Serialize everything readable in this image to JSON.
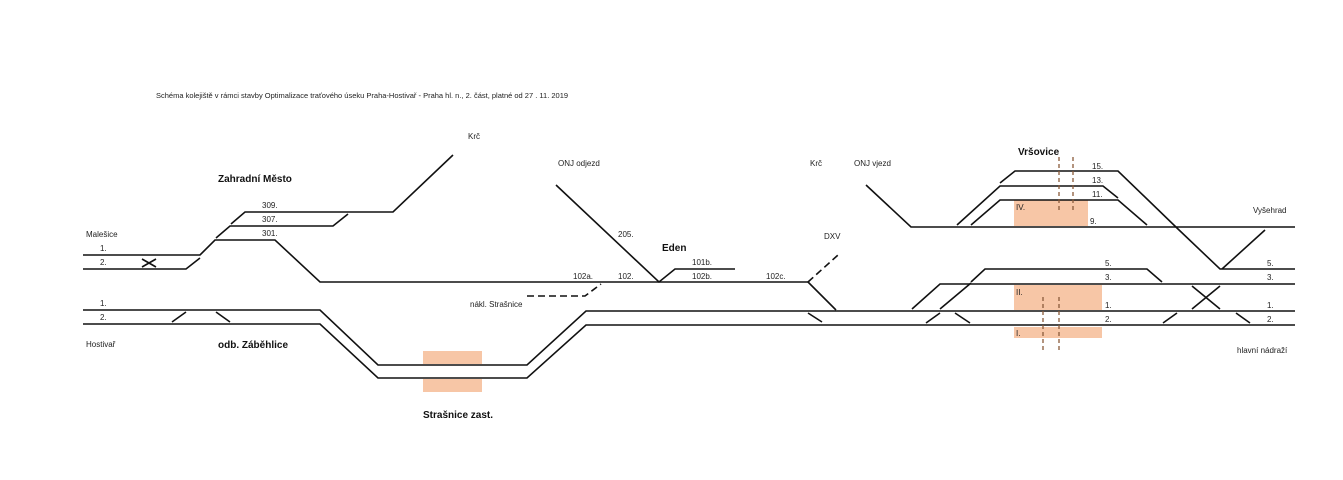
{
  "title": "Schéma kolejiště v rámci stavby Optimalizace traťového úseku Praha-Hostivař - Praha hl. n., 2. část, platné od 27 . 11. 2019",
  "colors": {
    "platform": "#f7c6a6",
    "track": "#111111",
    "signal_dash": "#8a5a3a"
  },
  "stations": {
    "zahradni_mesto": "Zahradní Město",
    "odb_zabehlice": "odb. Záběhlice",
    "strasnice_zast": "Strašnice zast.",
    "eden": "Eden",
    "vrsovice": "Vršovice"
  },
  "directions": {
    "malesice": "Malešice",
    "hostivar": "Hostivař",
    "krc_1": "Krč",
    "krc_2": "Krč",
    "onj_odjezd": "ONJ odjezd",
    "onj_vjezd": "ONJ vjezd",
    "nakl_strasnice": "nákl. Strašnice",
    "dxv": "DXV",
    "vysehrad": "Vyšehrad",
    "hlavni_nadrazi": "hlavní nádraží"
  },
  "tracks": {
    "malesice_1": "1.",
    "malesice_2": "2.",
    "hostivar_1": "1.",
    "hostivar_2": "2.",
    "t309": "309.",
    "t307": "307.",
    "t301": "301.",
    "t205": "205.",
    "t101b": "101b.",
    "t102b": "102b.",
    "t102a": "102a.",
    "t102": "102.",
    "t102c": "102c.",
    "t15": "15.",
    "t13": "13.",
    "t11": "11.",
    "t9": "9.",
    "t5": "5.",
    "t3": "3.",
    "t1": "1.",
    "t2": "2.",
    "r5": "5.",
    "r3": "3.",
    "r1": "1.",
    "r2": "2."
  },
  "platforms": {
    "iv": "IV.",
    "ii": "II.",
    "i": "I."
  }
}
